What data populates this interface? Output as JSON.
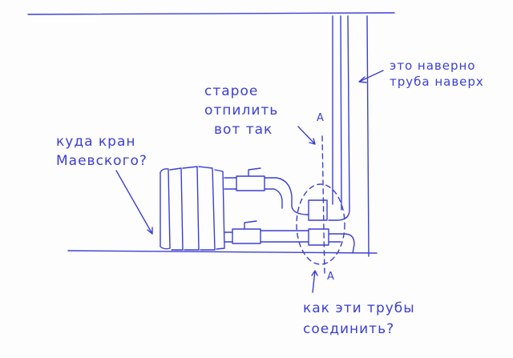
{
  "notes": {
    "pipe_up": [
      "это наверно",
      "труба наверх"
    ],
    "cut_old": [
      "старое",
      "отпилить",
      "вот так"
    ],
    "valve": [
      "куда кран",
      "Маевского?"
    ],
    "connect": [
      "как эти трубы",
      "соединить?"
    ]
  },
  "section_labels": {
    "top": "A",
    "bottom": "A"
  },
  "ink_color": "#3b3fd2"
}
